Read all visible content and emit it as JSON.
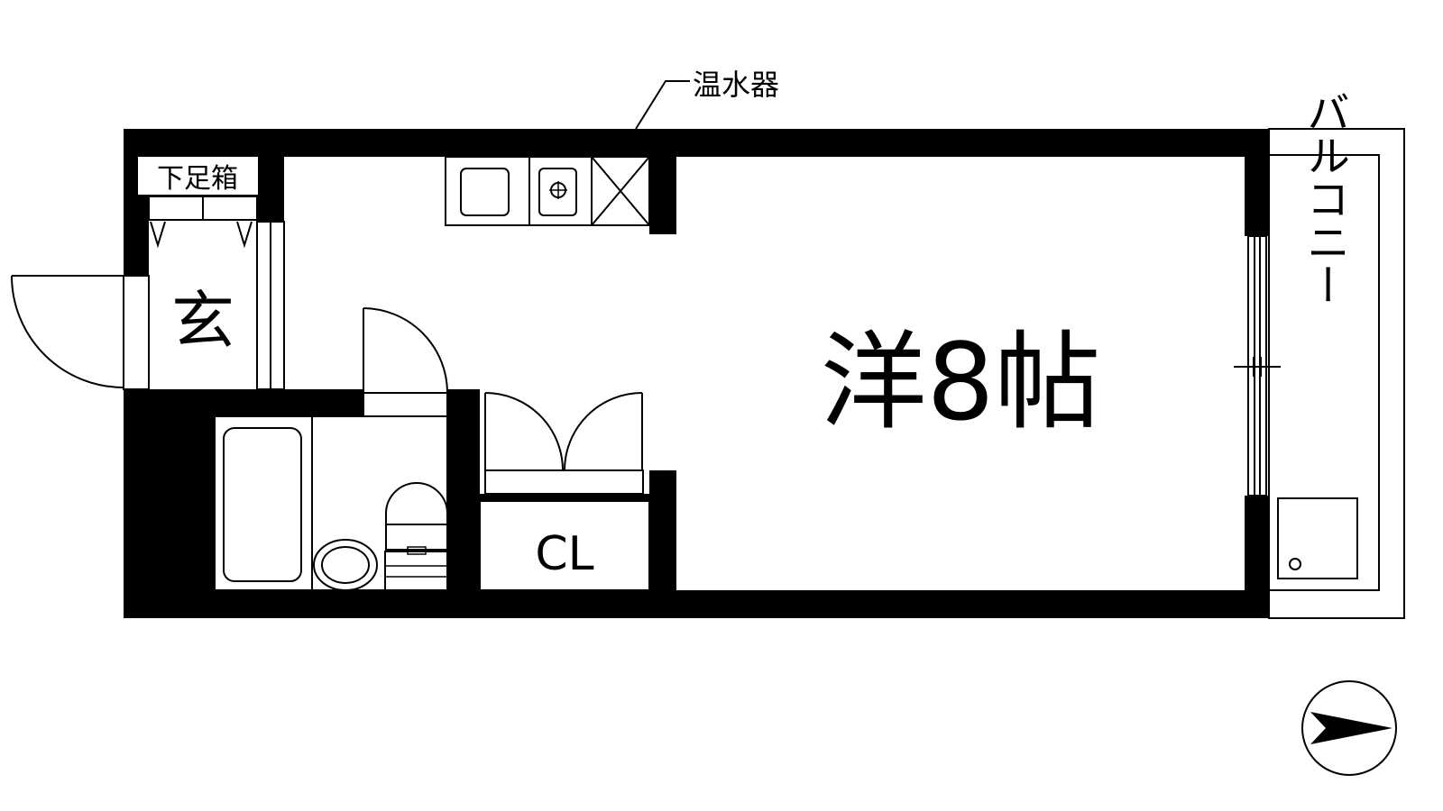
{
  "labels": {
    "water_heater": "温水器",
    "shoe_box": "下足箱",
    "entrance": "玄",
    "main_room": "洋8帖",
    "closet": "CL",
    "balcony": "バルコニー"
  },
  "icons": {
    "compass": "north-arrow-icon",
    "sink": "sink-icon",
    "stove": "gas-stove-icon",
    "water_heater": "water-heater-icon",
    "bathtub": "bathtub-icon",
    "washbasin": "washbasin-icon",
    "toilet": "toilet-icon",
    "washing_machine": "washing-machine-icon"
  },
  "colors": {
    "wall": "#000000",
    "background": "#ffffff"
  }
}
